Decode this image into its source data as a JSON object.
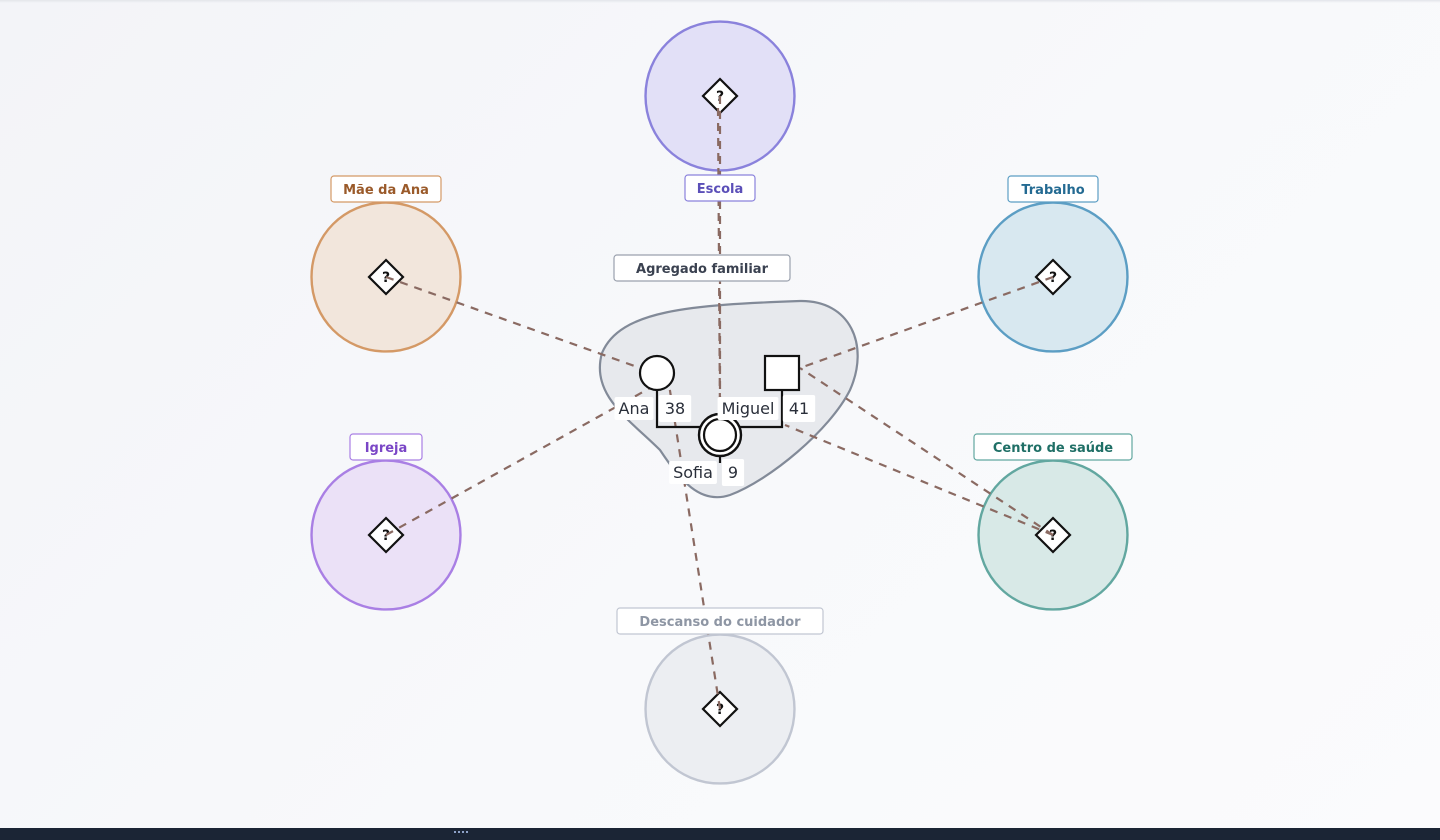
{
  "household": {
    "label": "Agregado familiar",
    "members": [
      {
        "id": "ana",
        "name": "Ana",
        "age": "38",
        "sex": "female"
      },
      {
        "id": "miguel",
        "name": "Miguel",
        "age": "41",
        "sex": "male"
      },
      {
        "id": "sofia",
        "name": "Sofia",
        "age": "9",
        "sex": "female",
        "index_person": true
      }
    ],
    "fill": "#e7e9ed",
    "stroke": "#828a98"
  },
  "systems": [
    {
      "id": "escola",
      "label": "Escola",
      "marker": "?",
      "fill": "#e2e0f7",
      "stroke": "#8a82dc",
      "label_color": "#5b4fb8",
      "connects_to": "sofia"
    },
    {
      "id": "mae-da-ana",
      "label": "Mãe da Ana",
      "marker": "?",
      "fill": "#f2e6dc",
      "stroke": "#d49966",
      "label_color": "#9a5a2a",
      "connects_to": "ana"
    },
    {
      "id": "trabalho",
      "label": "Trabalho",
      "marker": "?",
      "fill": "#d8e8f0",
      "stroke": "#5c9ec4",
      "label_color": "#236a92",
      "connects_to": "miguel"
    },
    {
      "id": "igreja",
      "label": "Igreja",
      "marker": "?",
      "fill": "#ebe1f7",
      "stroke": "#a97fe4",
      "label_color": "#7a46c6",
      "connects_to": "ana"
    },
    {
      "id": "centro-de-saude",
      "label": "Centro de saúde",
      "marker": "?",
      "fill": "#d8e9e7",
      "stroke": "#62a7a0",
      "label_color": "#1f6f66",
      "connects_to": "miguel"
    },
    {
      "id": "descanso-do-cuidador",
      "label": "Descanso do cuidador",
      "marker": "?",
      "fill": "#eceef2",
      "stroke": "#c1c6d2",
      "label_color": "#8e96a4",
      "connects_to": "ana"
    }
  ],
  "connection_color": "#8a6a62"
}
